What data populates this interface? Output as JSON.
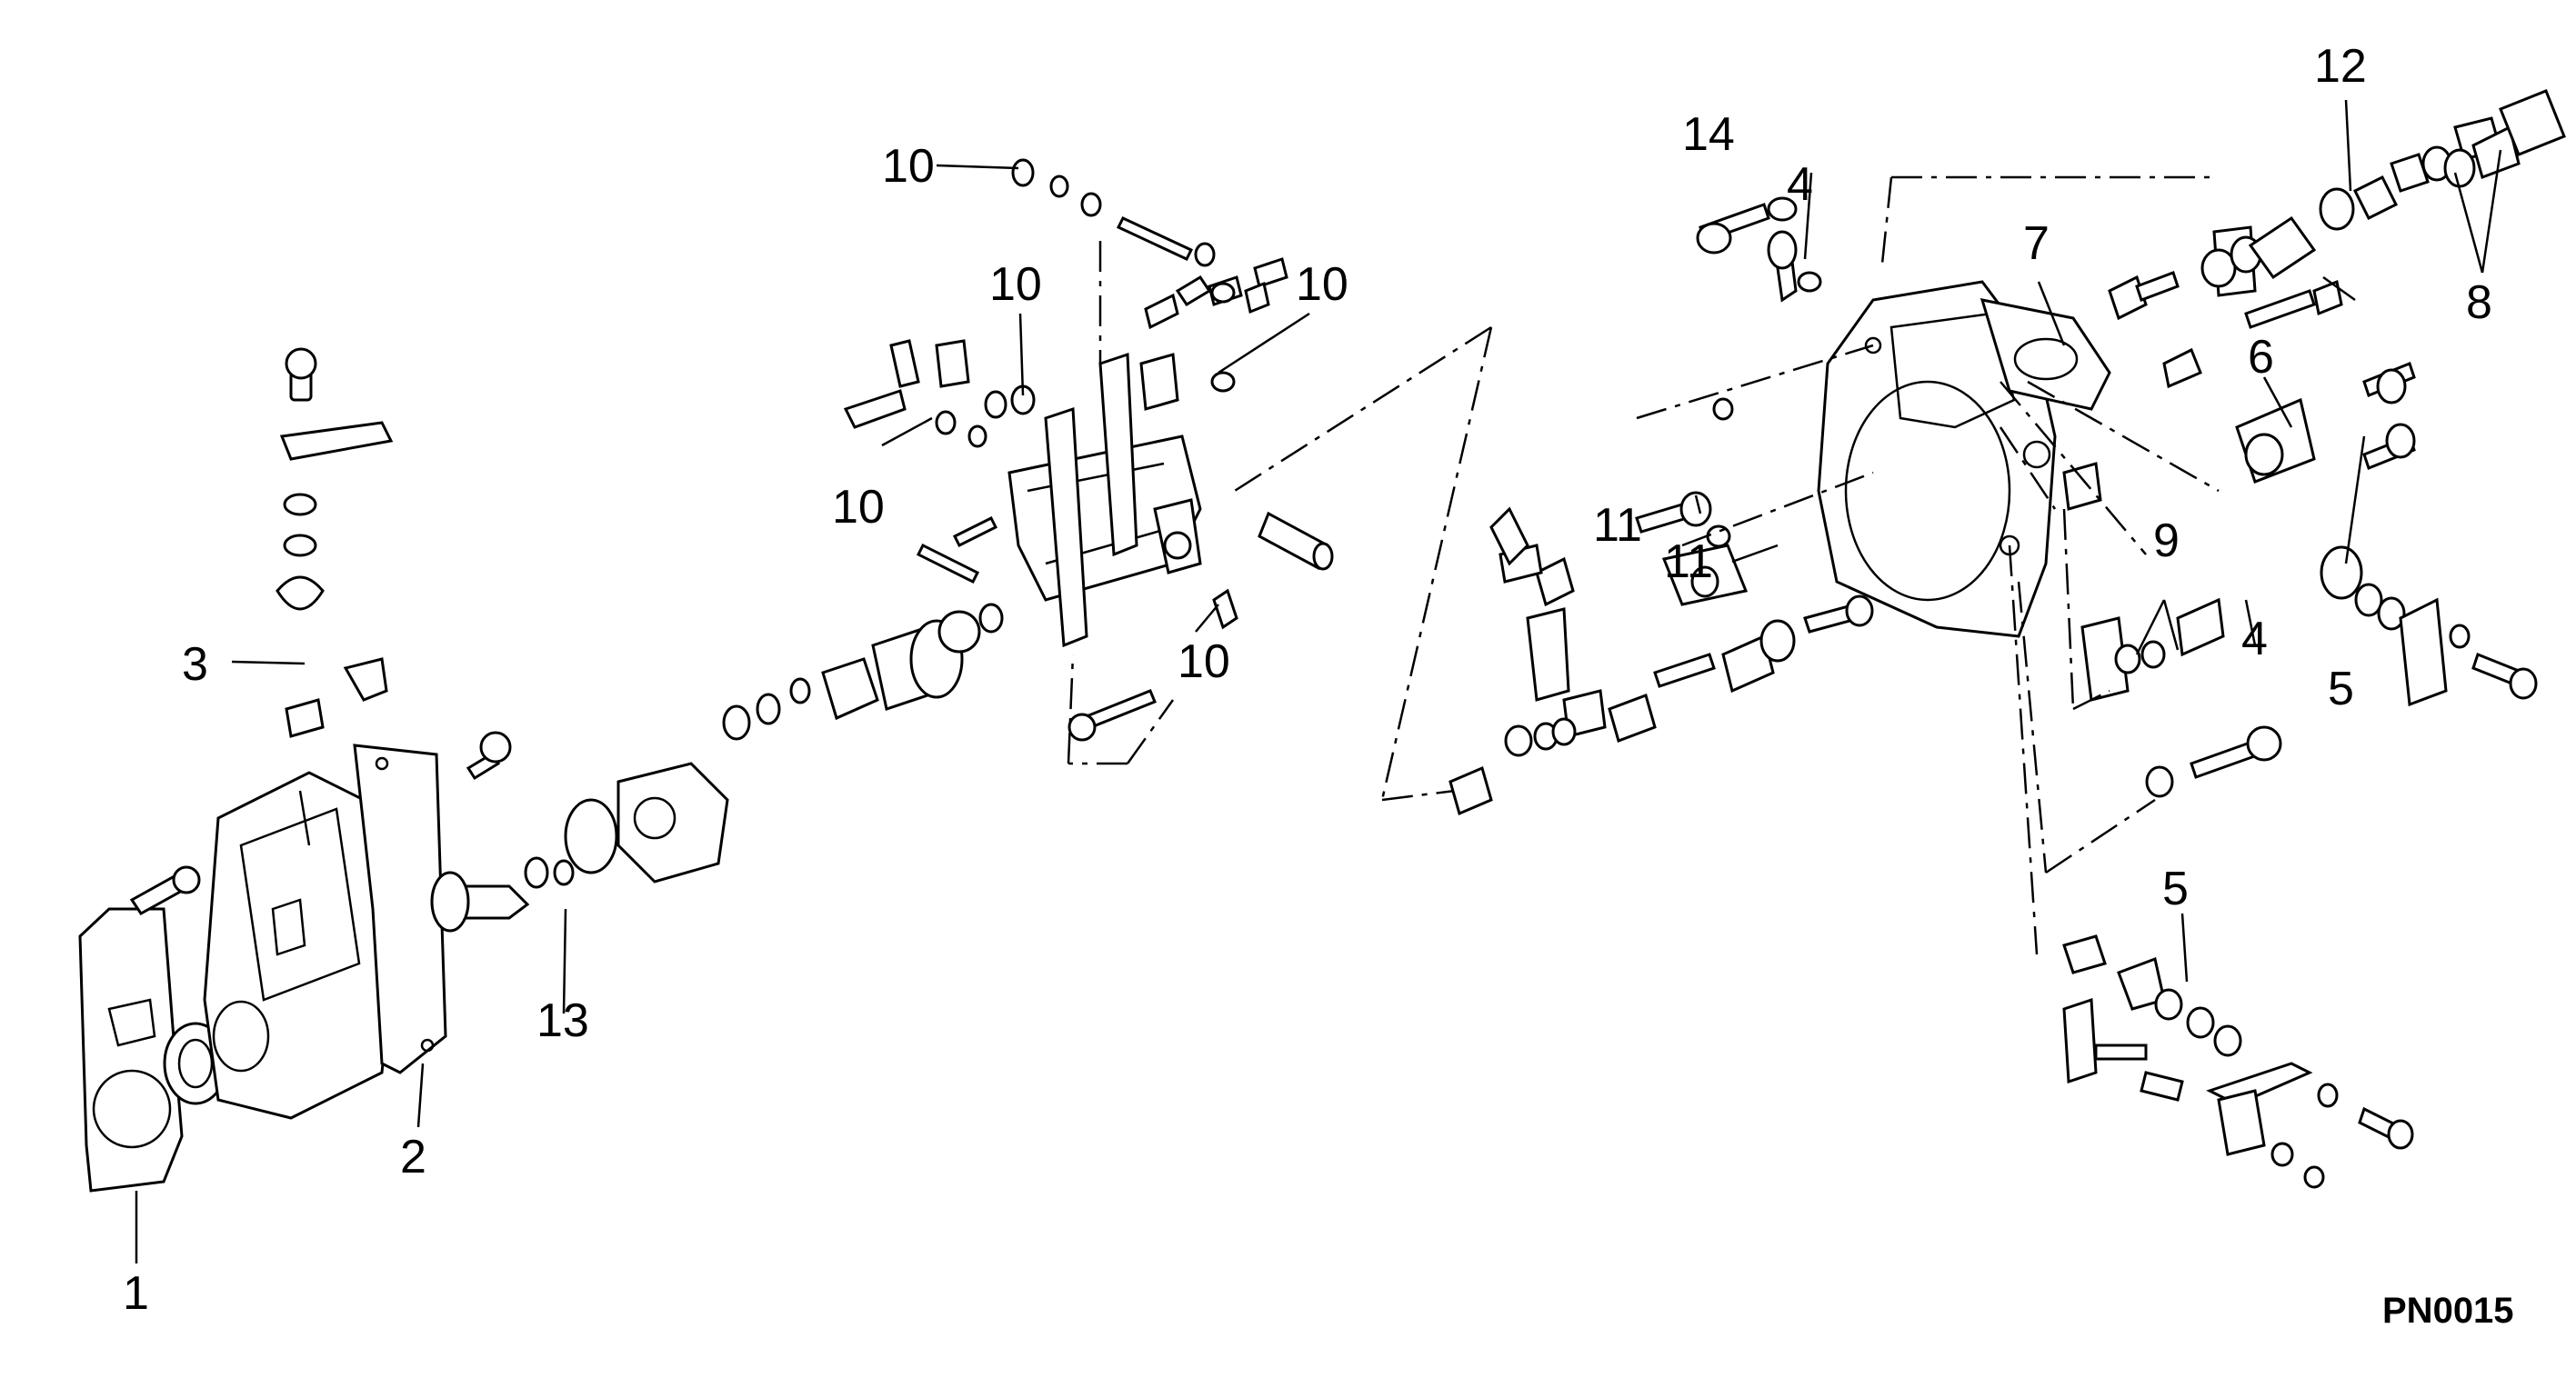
{
  "callouts": {
    "c1": "1",
    "c2": "2",
    "c3": "3",
    "c4a": "4",
    "c4b": "4",
    "c5a": "5",
    "c5b": "5",
    "c6": "6",
    "c7": "7",
    "c8": "8",
    "c9": "9",
    "c10a": "10",
    "c10b": "10",
    "c10c": "10",
    "c10d": "10",
    "c10e": "10",
    "c11a": "11",
    "c11b": "11",
    "c12": "12",
    "c13": "13",
    "c14": "14"
  },
  "drawing_code": "PN0015"
}
